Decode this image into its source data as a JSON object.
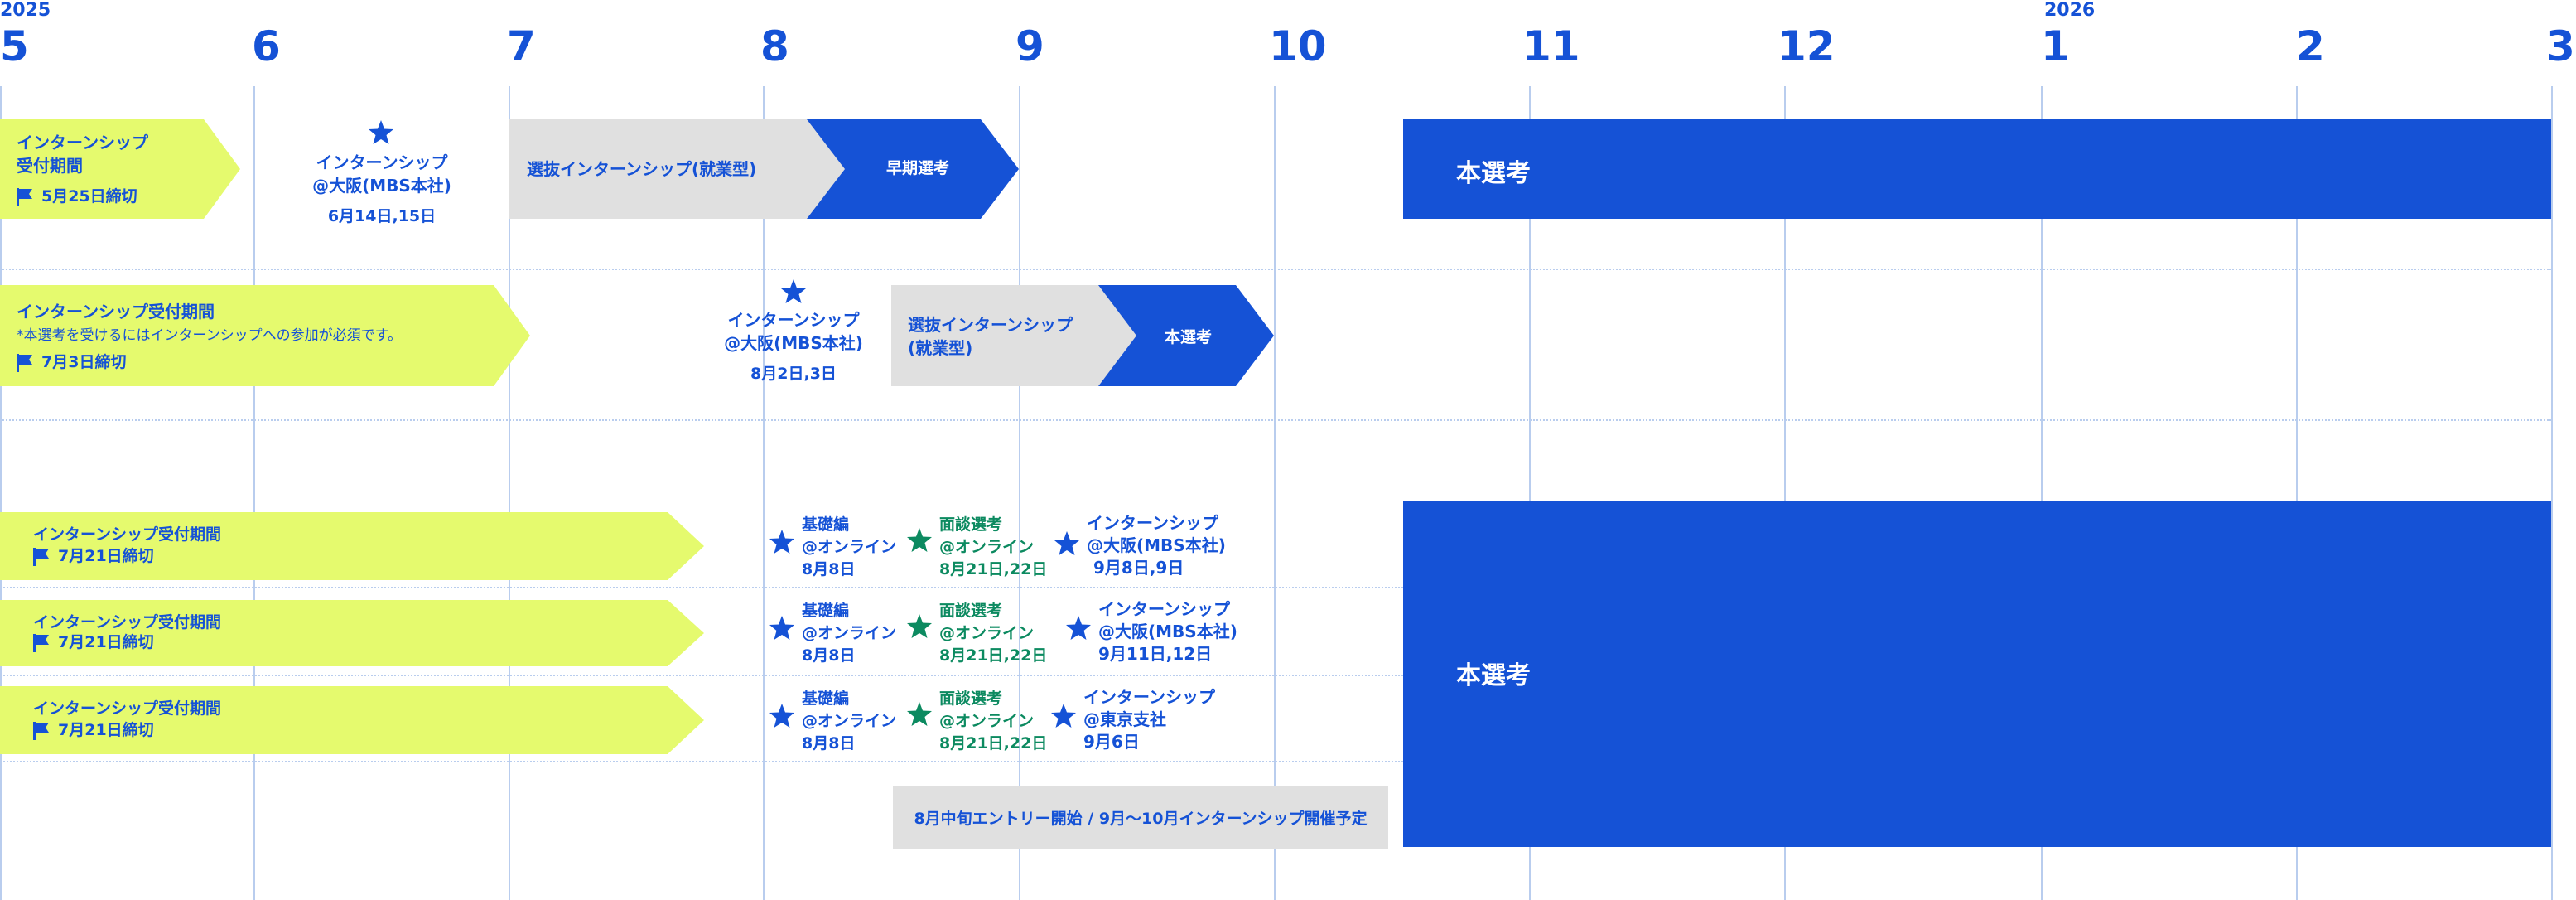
{
  "timeline": {
    "years": [
      {
        "id": "y2025",
        "label": "2025"
      },
      {
        "id": "y2026",
        "label": "2026"
      }
    ],
    "months": [
      "5",
      "6",
      "7",
      "8",
      "9",
      "10",
      "11",
      "12",
      "1",
      "2",
      "3"
    ]
  },
  "row1": {
    "intern_period": {
      "title": "インターンシップ\n受付期間",
      "deadline": "5月25日締切"
    },
    "intern_event": {
      "title": "インターンシップ\n@大阪(MBS本社)",
      "dates": "6月14日,15日"
    },
    "selection_internship": "選抜インターンシップ(就業型)",
    "early_selection": "早期選考",
    "main_selection": "本選考"
  },
  "row2": {
    "intern_period": {
      "title": "インターンシップ受付期間",
      "note": "*本選考を受けるにはインターンシップへの参加が必須です。",
      "deadline": "7月3日締切"
    },
    "intern_event": {
      "title": "インターンシップ\n@大阪(MBS本社)",
      "dates": "8月2日,3日"
    },
    "selection_internship": "選抜インターンシップ\n(就業型)",
    "main_selection": "本選考"
  },
  "row3": {
    "periods": [
      {
        "title": "インターンシップ受付期間",
        "deadline": "7月21日締切"
      },
      {
        "title": "インターンシップ受付期間",
        "deadline": "7月21日締切"
      },
      {
        "title": "インターンシップ受付期間",
        "deadline": "7月21日締切"
      }
    ],
    "basic": [
      {
        "title": "基礎編",
        "place": "@オンライン",
        "date": "8月8日"
      },
      {
        "title": "基礎編",
        "place": "@オンライン",
        "date": "8月8日"
      },
      {
        "title": "基礎編",
        "place": "@オンライン",
        "date": "8月8日"
      }
    ],
    "interview": [
      {
        "title": "面談選考",
        "place": "@オンライン",
        "date": "8月21日,22日"
      },
      {
        "title": "面談選考",
        "place": "@オンライン",
        "date": "8月21日,22日"
      },
      {
        "title": "面談選考",
        "place": "@オンライン",
        "date": "8月21日,22日"
      }
    ],
    "internship": [
      {
        "title": "インターンシップ",
        "place": "@大阪(MBS本社)",
        "date": "9月8日,9日"
      },
      {
        "title": "インターンシップ",
        "place": "@大阪(MBS本社)",
        "date": "9月11日,12日"
      },
      {
        "title": "インターンシップ",
        "place": "@東京支社",
        "date": "9月6日"
      }
    ],
    "entry_notice": "8月中旬エントリー開始 / 9月〜10月インターンシップ開催予定",
    "main_selection": "本選考"
  },
  "colors": {
    "accent": "#1552d6",
    "lime": "#e5fa6e",
    "gray": "#e0e0e0",
    "green": "#0c8a60",
    "grid": "#b9cdee"
  },
  "icons": {
    "star": "star-icon",
    "flag": "flag-icon"
  }
}
